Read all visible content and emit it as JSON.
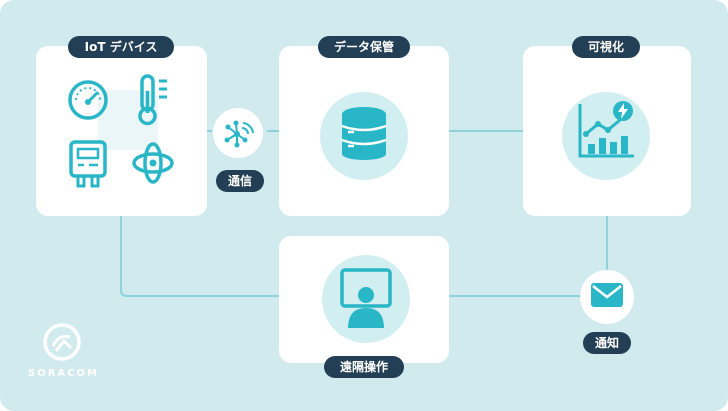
{
  "nodes": {
    "devices": {
      "label": "IoT デバイス"
    },
    "storage": {
      "label": "データ保管"
    },
    "visualize": {
      "label": "可視化"
    },
    "remote": {
      "label": "遠隔操作"
    }
  },
  "links": {
    "communication": {
      "label": "通信"
    },
    "notification": {
      "label": "通知"
    }
  },
  "brand": {
    "name": "SORACOM"
  },
  "colors": {
    "background": "#d1eaee",
    "card": "#ffffff",
    "label_bg": "#233f55",
    "icon": "#29b6c6",
    "icon_soft": "#d1eef0",
    "arrow": "#8ed3db"
  },
  "icons": [
    "gauge-icon",
    "thermometer-icon",
    "meter-icon",
    "orbit-sensor-icon",
    "network-icon",
    "database-icon",
    "chart-icon",
    "lightning-icon",
    "mail-icon",
    "remote-operator-icon",
    "soracom-logo-icon"
  ]
}
